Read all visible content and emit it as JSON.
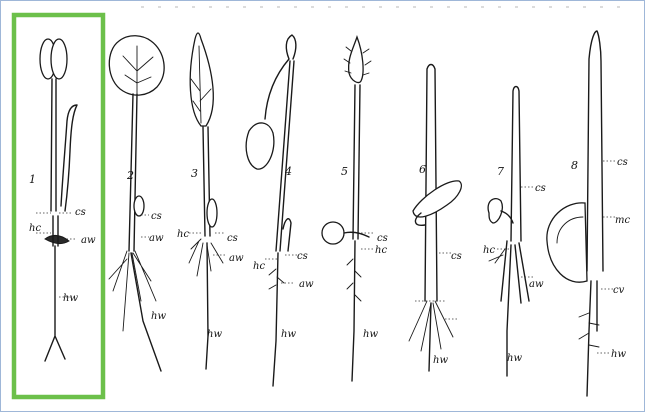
{
  "highlight": {
    "color": "#6cc04a",
    "selected_figure": "1"
  },
  "figures": [
    {
      "number": "1",
      "labels": [
        "cs",
        "hc",
        "aw",
        "hw"
      ]
    },
    {
      "number": "2",
      "labels": [
        "cs",
        "aw",
        "hw"
      ]
    },
    {
      "number": "3",
      "labels": [
        "hc",
        "cs",
        "aw",
        "hw"
      ]
    },
    {
      "number": "4",
      "labels": [
        "hc",
        "cs",
        "aw",
        "hw"
      ]
    },
    {
      "number": "5",
      "labels": [
        "cs",
        "hc",
        "hw"
      ]
    },
    {
      "number": "6",
      "labels": [
        "cs",
        "hw"
      ]
    },
    {
      "number": "7",
      "labels": [
        "cs",
        "hc",
        "aw",
        "hw"
      ]
    },
    {
      "number": "8",
      "labels": [
        "cs",
        "mc",
        "cv",
        "hw"
      ]
    }
  ]
}
